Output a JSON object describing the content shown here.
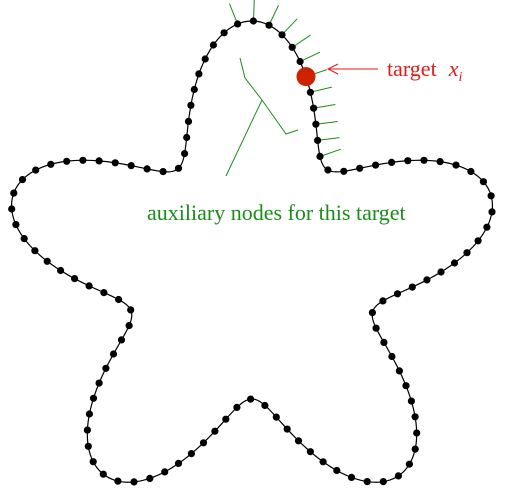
{
  "labels": {
    "target": "target",
    "target_variable": "x",
    "target_subscript": "i",
    "auxiliary": "auxiliary nodes for this target"
  },
  "colors": {
    "curve": "#000000",
    "node": "#000000",
    "target_node": "#cc2200",
    "target_text": "#e31a1a",
    "auxiliary": "#1a8c1a"
  },
  "shape": {
    "description_free": true,
    "arms": 5,
    "node_count": 110
  }
}
